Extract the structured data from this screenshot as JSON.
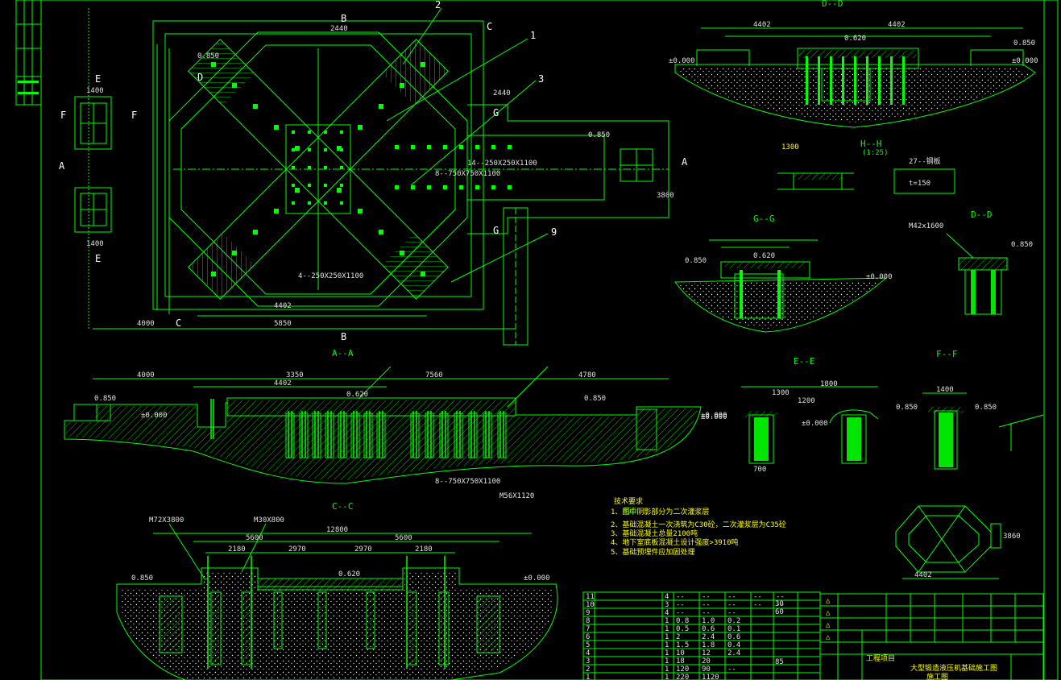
{
  "colors": {
    "background": "#000000",
    "line": "#00ff00",
    "text": "#ffffff",
    "note": "#ffff00"
  },
  "sections": {
    "top_right": "D--D",
    "aa": "A--A",
    "cc": "C--C",
    "hh": "H--H",
    "hh_scale": "(1:25)",
    "gg": "G--G",
    "dd": "D--D",
    "ee": "E--E",
    "ff": "F--F"
  },
  "markers": {
    "a": "A",
    "b": "B",
    "c": "C",
    "d": "D",
    "e": "E",
    "f": "F",
    "g": "G"
  },
  "callouts": [
    "1",
    "2",
    "3",
    "9"
  ],
  "labels": {
    "bolt_main": "M56X1120",
    "bolt_c1": "M72X3800",
    "bolt_c2": "M30X800",
    "bolt_dd": "M42x1600",
    "plate_27": "27--钢板",
    "plate_t": "t=150",
    "dim_4402": "4402",
    "dim_12800": "12800",
    "dim_5600": "5600",
    "dim_3350": "3350",
    "dim_7560": "7560",
    "dim_4780": "4780",
    "dim_4000": "4000",
    "dim_2180": "2180",
    "dim_2970": "2970",
    "dim_1400": "1400",
    "dim_5850": "5850",
    "dim_0850": "0.850",
    "dim_0620": "0.620",
    "dim_000": "±0.000",
    "dim_1300": "1300",
    "dim_700": "700",
    "dim_1800": "1800",
    "dim_1200": "1200",
    "dim_2440": "2440",
    "dim_3800": "3800",
    "dim_3860": "3860",
    "dim_2180b": "2180",
    "hole_label": "14--250X250X1100",
    "hole_label2": "8--750X750X1100",
    "hole_label3": "4--250X250X1100"
  },
  "notes": {
    "title": "技术要求",
    "items": [
      "1、图中阴影部分为二次灌浆层",
      "2、基础混凝土一次浇筑为C30砼，二次灌浆层为C35砼",
      "3、基础混凝土总量2100吨",
      "4、地下室底板混凝土设计强度>3910吨",
      "5、基础预埋件应加固处理"
    ]
  },
  "table": {
    "rows": [
      [
        "11",
        "",
        "4",
        "--",
        "--",
        "--",
        "--",
        "--"
      ],
      [
        "10",
        "",
        "3",
        "--",
        "--",
        "--",
        "--",
        "--"
      ],
      [
        "9",
        "",
        "4",
        "--",
        "--",
        "--",
        "",
        ""
      ],
      [
        "8",
        "",
        "1",
        "0.8",
        "1.0",
        "0.2",
        "",
        ""
      ],
      [
        "7",
        "",
        "1",
        "0.5",
        "0.6",
        "0.1",
        "",
        ""
      ],
      [
        "6",
        "",
        "1",
        "2",
        "2.4",
        "0.6",
        "",
        ""
      ],
      [
        "5",
        "",
        "1",
        "1.5",
        "1.8",
        "0.4",
        "",
        ""
      ],
      [
        "4",
        "",
        "1",
        "10",
        "12",
        "2.4",
        "",
        ""
      ],
      [
        "3",
        "",
        "1",
        "18",
        "20",
        "",
        "",
        ""
      ],
      [
        "2",
        "",
        "1",
        "120",
        "90",
        "--",
        "",
        ""
      ],
      [
        "1",
        "",
        "1",
        "220",
        "1120",
        "",
        "",
        ""
      ]
    ],
    "cell_30": "30",
    "cell_60": "60",
    "cell_85": "85"
  },
  "title_block": {
    "drawing_title": "大型锻造液压机基础施工图",
    "sub_title": "工程项目",
    "sheet": "施工图"
  }
}
